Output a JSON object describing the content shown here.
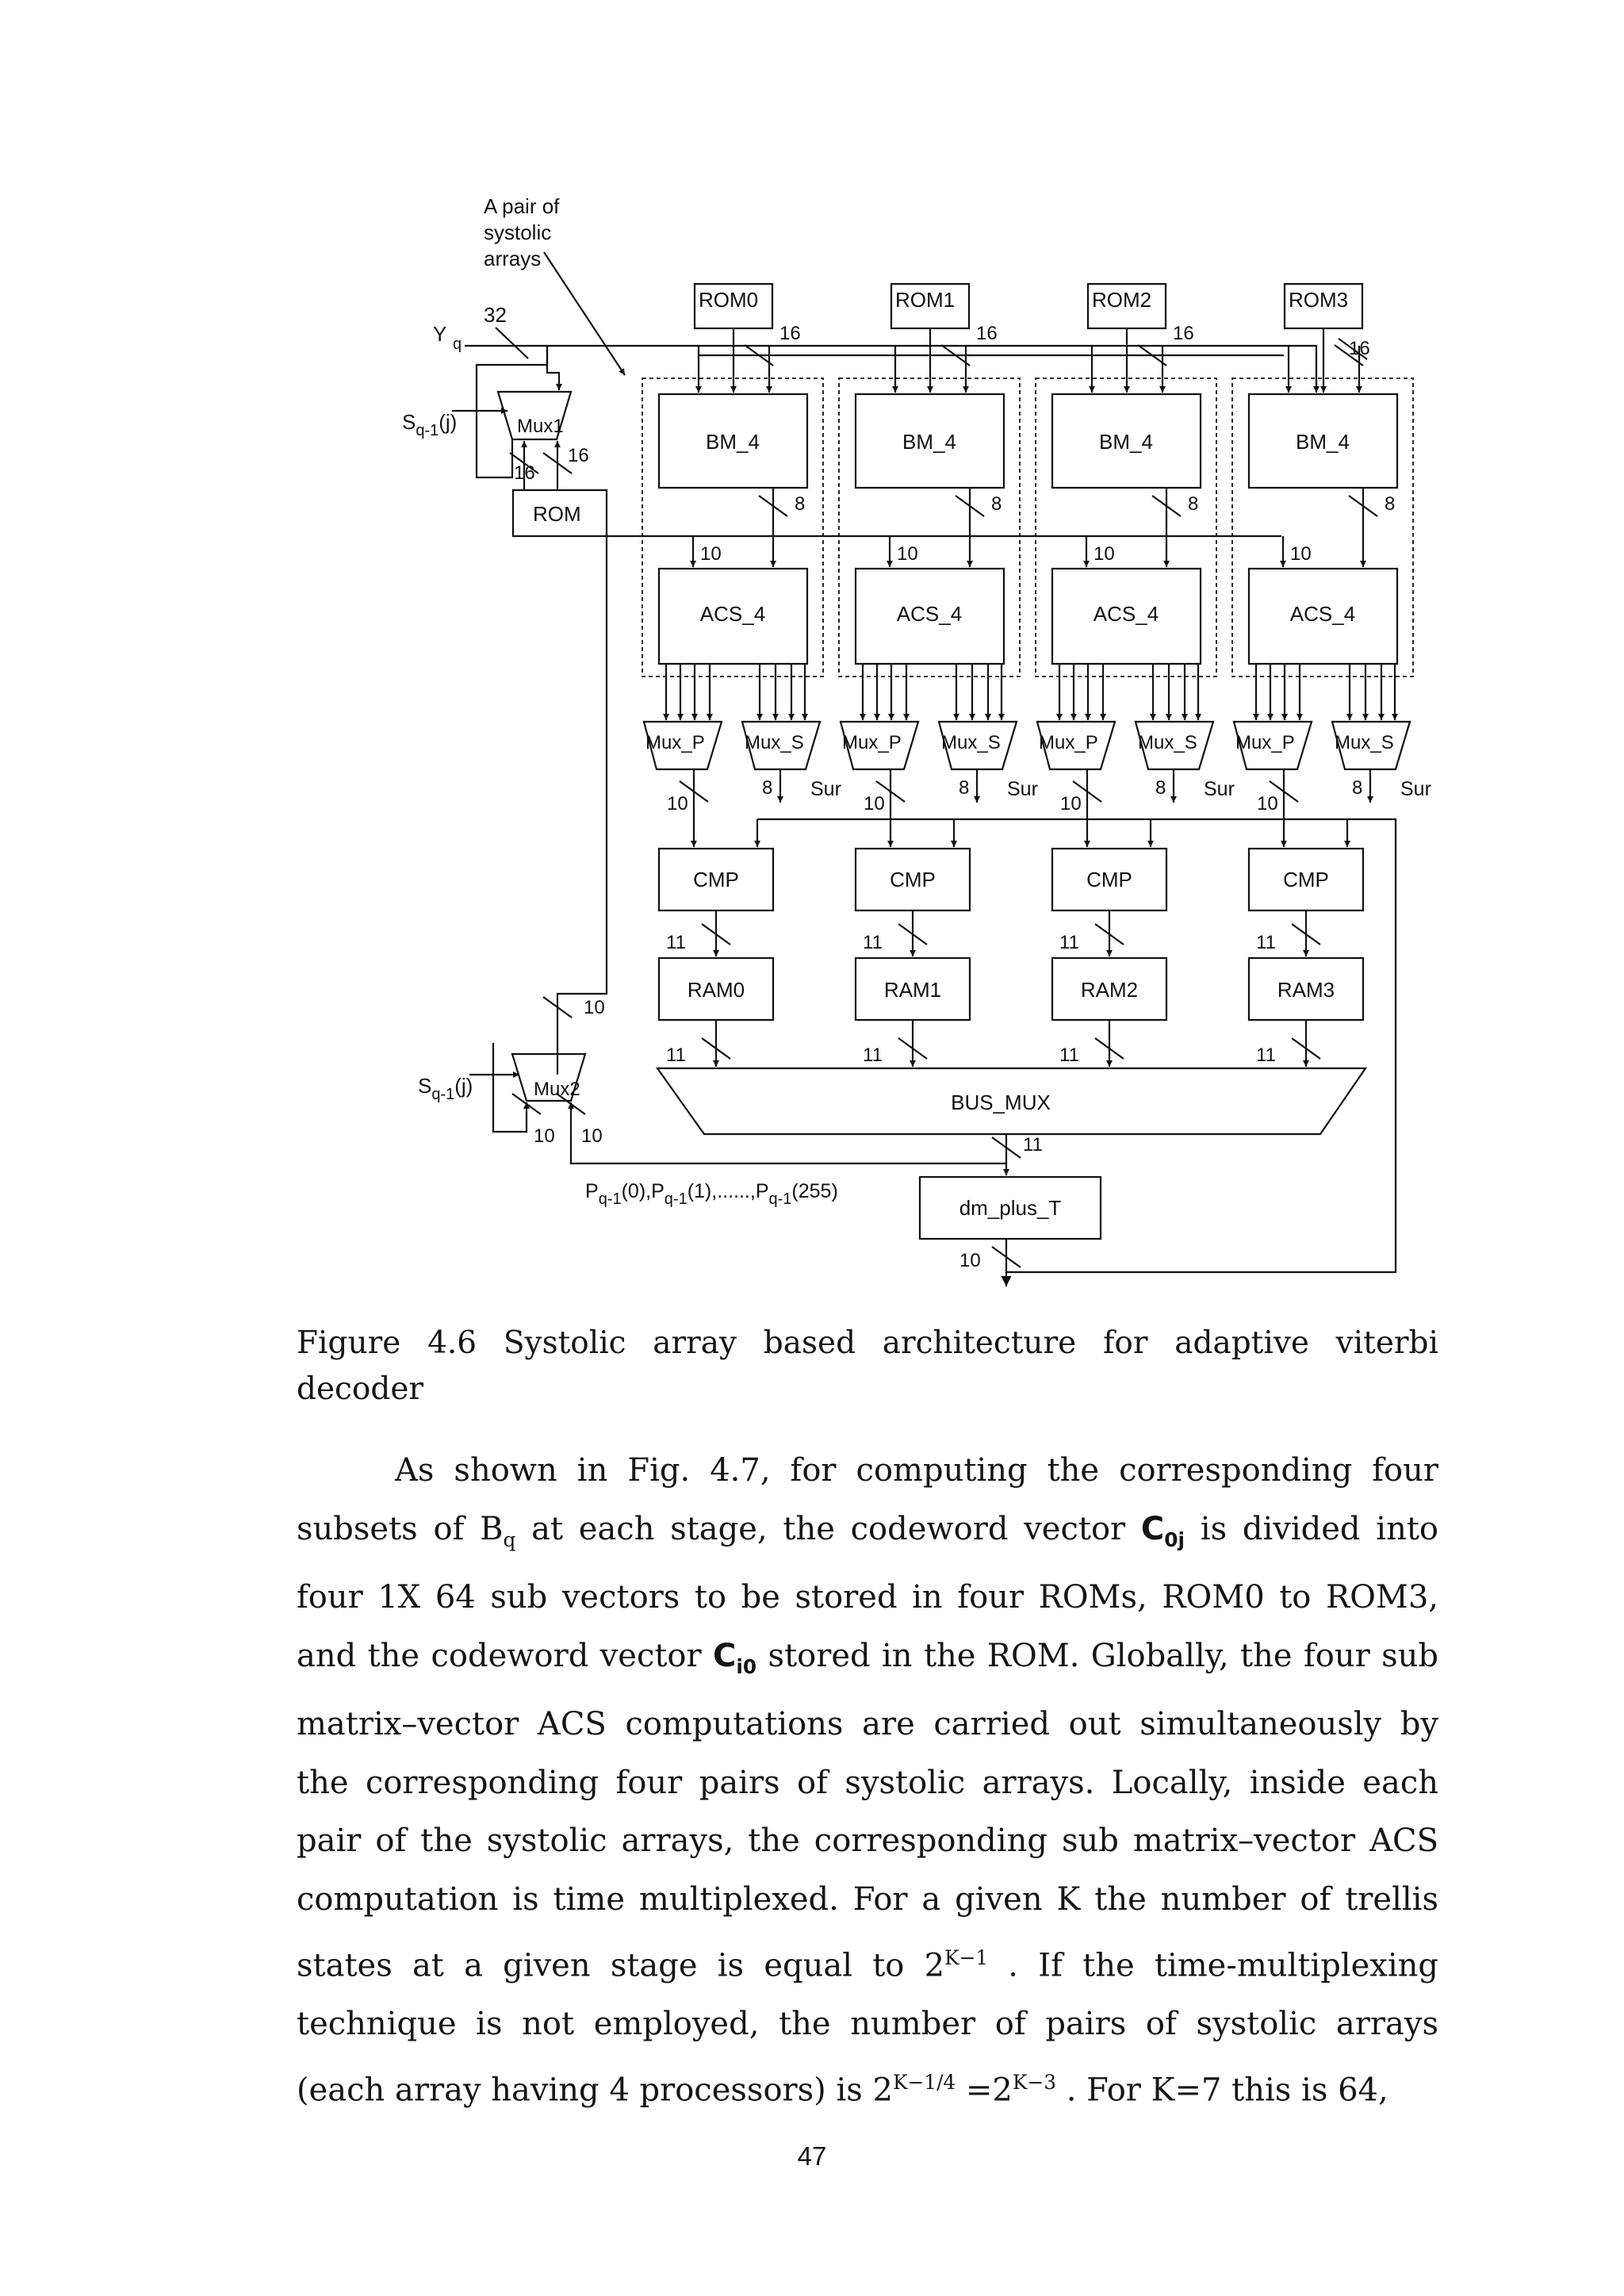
{
  "figure": {
    "annotation": [
      "A pair of",
      "systolic",
      "arrays"
    ],
    "yq": "Y",
    "yq_sub": "q",
    "bus_width_32": "32",
    "sq_label": "S",
    "sq_sub": "q-1",
    "sq_suffix": "(j)",
    "mux1": "Mux1",
    "mux2": "Mux2",
    "rom": "ROM",
    "roms": [
      "ROM0",
      "ROM1",
      "ROM2",
      "ROM3"
    ],
    "bm": "BM_4",
    "acs": "ACS_4",
    "mux_p": "Mux_P",
    "mux_s": "Mux_S",
    "cmp": "CMP",
    "rams": [
      "RAM0",
      "RAM1",
      "RAM2",
      "RAM3"
    ],
    "sur": "Sur",
    "bus_mux": "BUS_MUX",
    "dm_plus_t": "dm_plus_T",
    "w16": "16",
    "w8": "8",
    "w10": "10",
    "w11": "11",
    "pq_label": "P",
    "pq_sub": "q-1",
    "pq_args": [
      "(0),",
      "(1),......,",
      "(255)"
    ]
  },
  "caption": "Figure 4.6 Systolic array based architecture for adaptive viterbi decoder",
  "paragraph": {
    "t1": "As shown in Fig. 4.7, for computing the corresponding four subsets of B",
    "t1_sub": "q",
    "t2": " at each stage, the codeword vector ",
    "c0j_main": "C",
    "c0j_sub": "0j",
    "t3": " is divided into four 1X 64 sub vectors to be stored in four ROMs, ROM0 to ROM3, and the codeword vector ",
    "ci0_main": "C",
    "ci0_sub": "i0",
    "t4": " stored in the ROM. Globally, the four sub matrix–vector ACS computations are carried out simultaneously by the corresponding four pairs of systolic arrays. Locally, inside each pair of the systolic arrays, the corresponding sub matrix–vector ACS computation is time multiplexed. For a given K the number of trellis states at a given stage is equal to 2",
    "sup1": "K−1",
    "t5": " . If the time-multiplexing technique is not employed, the number of pairs of systolic arrays (each array having 4 processors) is 2",
    "sup2": "K−1/4",
    "t6": " =2",
    "sup3": "K−3",
    "t7": " . For  K=7 this is 64,"
  },
  "page_number": "47"
}
